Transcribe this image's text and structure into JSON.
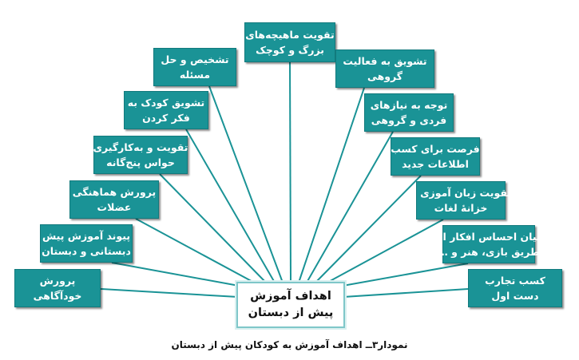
{
  "center": {
    "line1": "اهداف آموزش",
    "line2": "پیش از دبستان"
  },
  "caption": "نمودار۳ــ اهداف آموزش به کودکان پیش از دبستان",
  "goals": [
    {
      "id": "strengthen-muscles",
      "line1": "تقویت ماهیچه‌های",
      "line2": "بزرگ و کوچک"
    },
    {
      "id": "problem-solving",
      "line1": "تشخیص و حل",
      "line2": "مسئله"
    },
    {
      "id": "group-activity",
      "line1": "تشویق به فعالیت",
      "line2": "گروهی"
    },
    {
      "id": "encourage-thinking",
      "line1": "تشویق کودک به",
      "line2": "فکر کردن"
    },
    {
      "id": "individual-group-needs",
      "line1": "توجه به نیازهای",
      "line2": "فردی و گروهی"
    },
    {
      "id": "five-senses",
      "line1": "تقویت و به‌کارگیری",
      "line2": "حواس پنج‌گانه"
    },
    {
      "id": "new-information",
      "line1": "فرصت برای کسب",
      "line2": "اطلاعات جدید"
    },
    {
      "id": "muscle-coordination",
      "line1": "پرورش هماهنگی",
      "line2": "عضلات"
    },
    {
      "id": "language-vocabulary",
      "line1": "تقویت زبان آموزی و",
      "line2": "خزانهٔ لغات"
    },
    {
      "id": "preschool-primary-link",
      "line1": "پیوند آموزش پیش",
      "line2": "دبستانی و دبستان"
    },
    {
      "id": "express-feelings",
      "line1": "بیان احساس افکار از",
      "line2": "طریق بازی، هنر و …"
    },
    {
      "id": "self-awareness",
      "line1": "پرورش",
      "line2": "خودآگاهی"
    },
    {
      "id": "first-hand-experience",
      "line1": "کسب تجارب",
      "line2": "دست اول"
    }
  ],
  "colors": {
    "box_fill": "#1a9396",
    "connector": "#1a9396",
    "center_border": "#7fc7c9"
  }
}
